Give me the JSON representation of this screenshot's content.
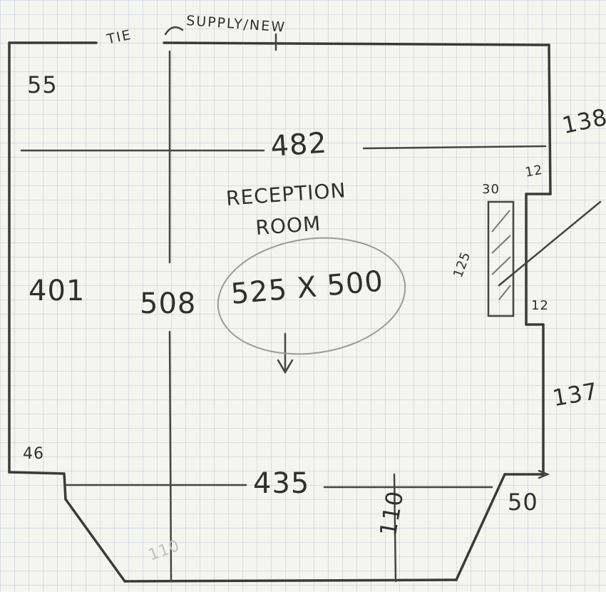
{
  "notes": {
    "top_left": "TIE",
    "top_right": "SUPPLY/NEW"
  },
  "room": {
    "name": "RECEPTION ROOM",
    "size": "525 X 500"
  },
  "dimensions": {
    "top_left_corner": "55",
    "width_top": "482",
    "right_upper": "138",
    "window_sill": "30",
    "window_top_return": "12",
    "window_height": "125",
    "window_bottom_return": "12",
    "right_lower": "137",
    "left_wall": "401",
    "length_center": "508",
    "bottom_left_corner": "46",
    "width_bottom": "435",
    "bay_right": "50",
    "bay_depth": "110",
    "bay_faint": "110"
  }
}
